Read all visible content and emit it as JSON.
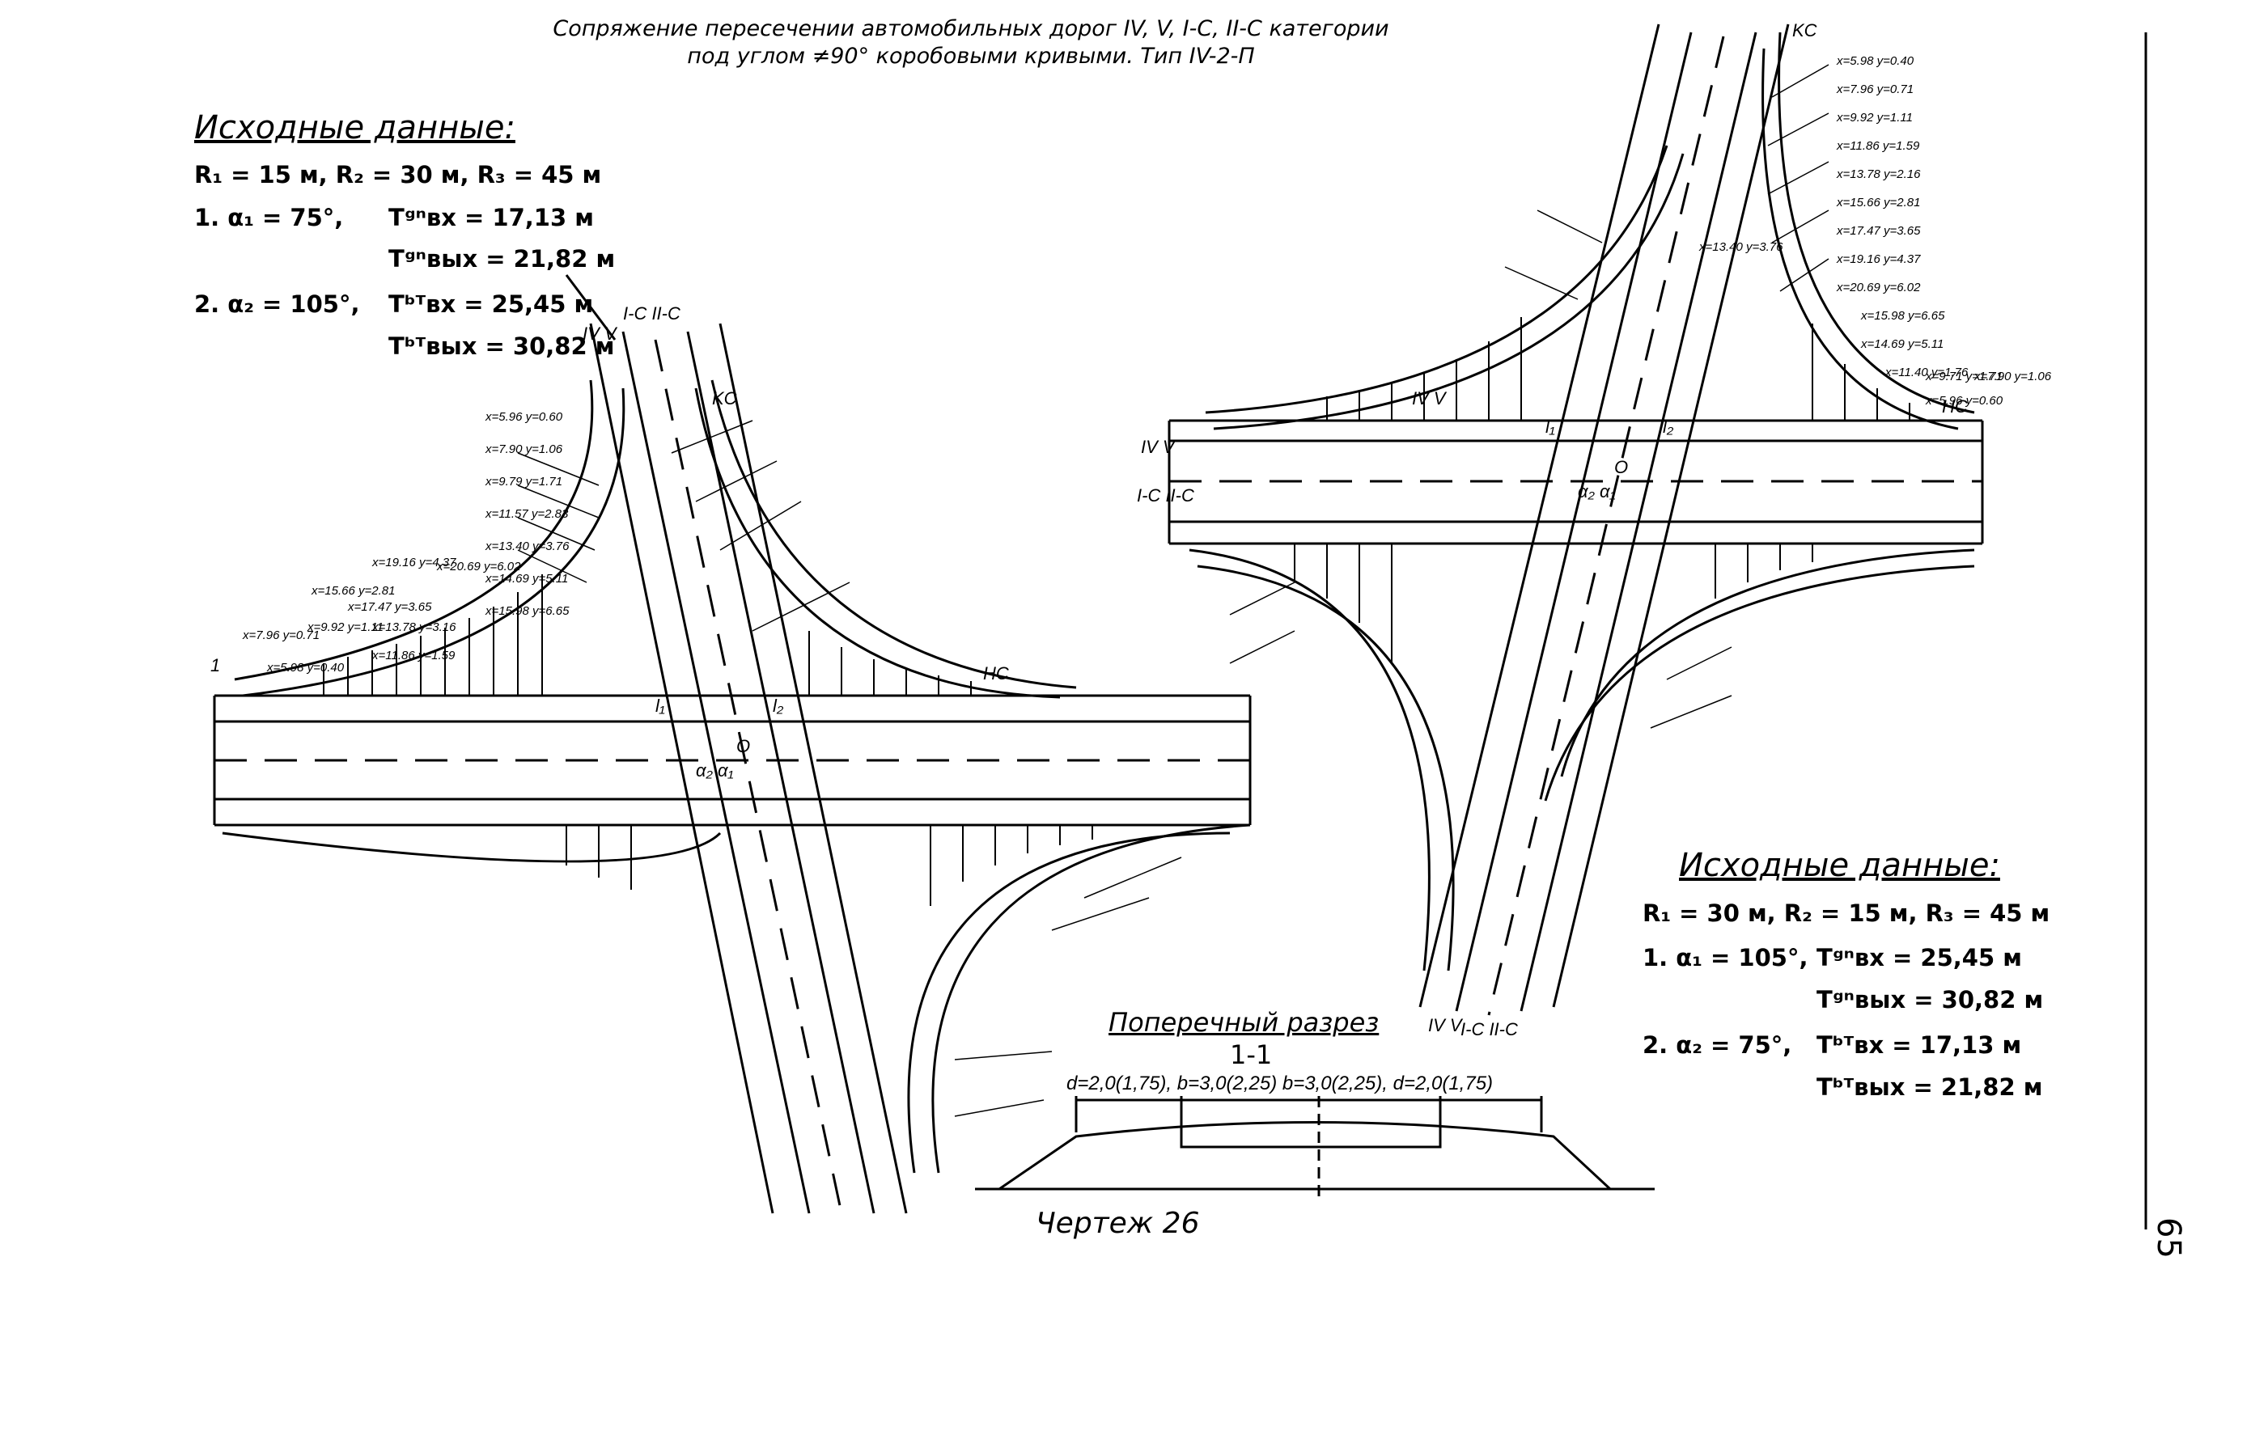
{
  "title": {
    "line1": "Сопряжение пересечении автомобильных дорог IV, V, I-C, II-C категории",
    "line2": "под углом ≠90° коробовыми кривыми. Тип IV-2-П"
  },
  "left_block": {
    "heading": "Исходные данные:",
    "radii": "R₁ = 15 м,  R₂ = 30 м,  R₃ = 45 м",
    "case1_angle": "1.  α₁ = 75°,",
    "case1_t1": "Tᵍⁿвх = 17,13 м",
    "case1_t2": "Tᵍⁿвых = 21,82 м",
    "case2_angle": "2.  α₂ = 105°,",
    "case2_t1": "Tᵇᵀвх = 25,45 м",
    "case2_t2": "Tᵇᵀвых = 30,82 м"
  },
  "right_block": {
    "heading": "Исходные данные:",
    "radii": "R₁ = 30 м,  R₂ = 15 м,  R₃ = 45 м",
    "case1_angle": "1.  α₁ = 105°,",
    "case1_t1": "Tᵍⁿвх = 25,45 м",
    "case1_t2": "Tᵍⁿвых = 30,82 м",
    "case2_angle": "2.  α₂ = 75°,",
    "case2_t1": "Tᵇᵀвх = 17,13 м",
    "case2_t2": "Tᵇᵀвых = 21,82 м"
  },
  "section": {
    "heading": "Поперечный разрез",
    "label": "1-1",
    "dims": "d=2,0(1,75), b=3,0(2,25) b=3,0(2,25), d=2,0(1,75)"
  },
  "drawing_caption": "Чертеж 26",
  "page_number": "65",
  "labels": {
    "road_main": "IV V",
    "road_cross": "I-C II-C",
    "center": "O",
    "angle": "α₂ α₁",
    "kc": "KC",
    "nc": "HC",
    "l1": "l₁",
    "l2": "l₂",
    "mark": "1"
  },
  "coords_left": [
    "x=5.96 y=0.60",
    "x=7.90 y=1.06",
    "x=9.79 y=1.71",
    "x=11.57 y=2.83",
    "x=13.40 y=3.76",
    "x=14.69 y=5.11",
    "x=15.98 y=6.65",
    "x=19.16 y=4.37",
    "x=20.69 y=6.02",
    "x=17.47 y=3.65",
    "x=13.78 y=3.16",
    "x=11.86 y=1.59",
    "x=9.92 y=1.11",
    "x=7.96 y=0.71",
    "x=5.98 y=0.40",
    "x=15.66 y=2.81"
  ],
  "coords_right": [
    "x=5.98 y=0.40",
    "x=7.96 y=0.71",
    "x=9.92 y=1.11",
    "x=11.86 y=1.59",
    "x=13.78 y=2.16",
    "x=15.66 y=2.81",
    "x=17.47 y=3.65",
    "x=19.16 y=4.37",
    "x=20.69 y=6.02",
    "x=15.98 y=6.65",
    "x=14.69 y=5.11",
    "x=11.40 y=1.76",
    "x=9.71 y=1.71",
    "x=7.90 y=1.06",
    "x=5.96 y=0.60",
    "x=13.40 y=3.76"
  ]
}
